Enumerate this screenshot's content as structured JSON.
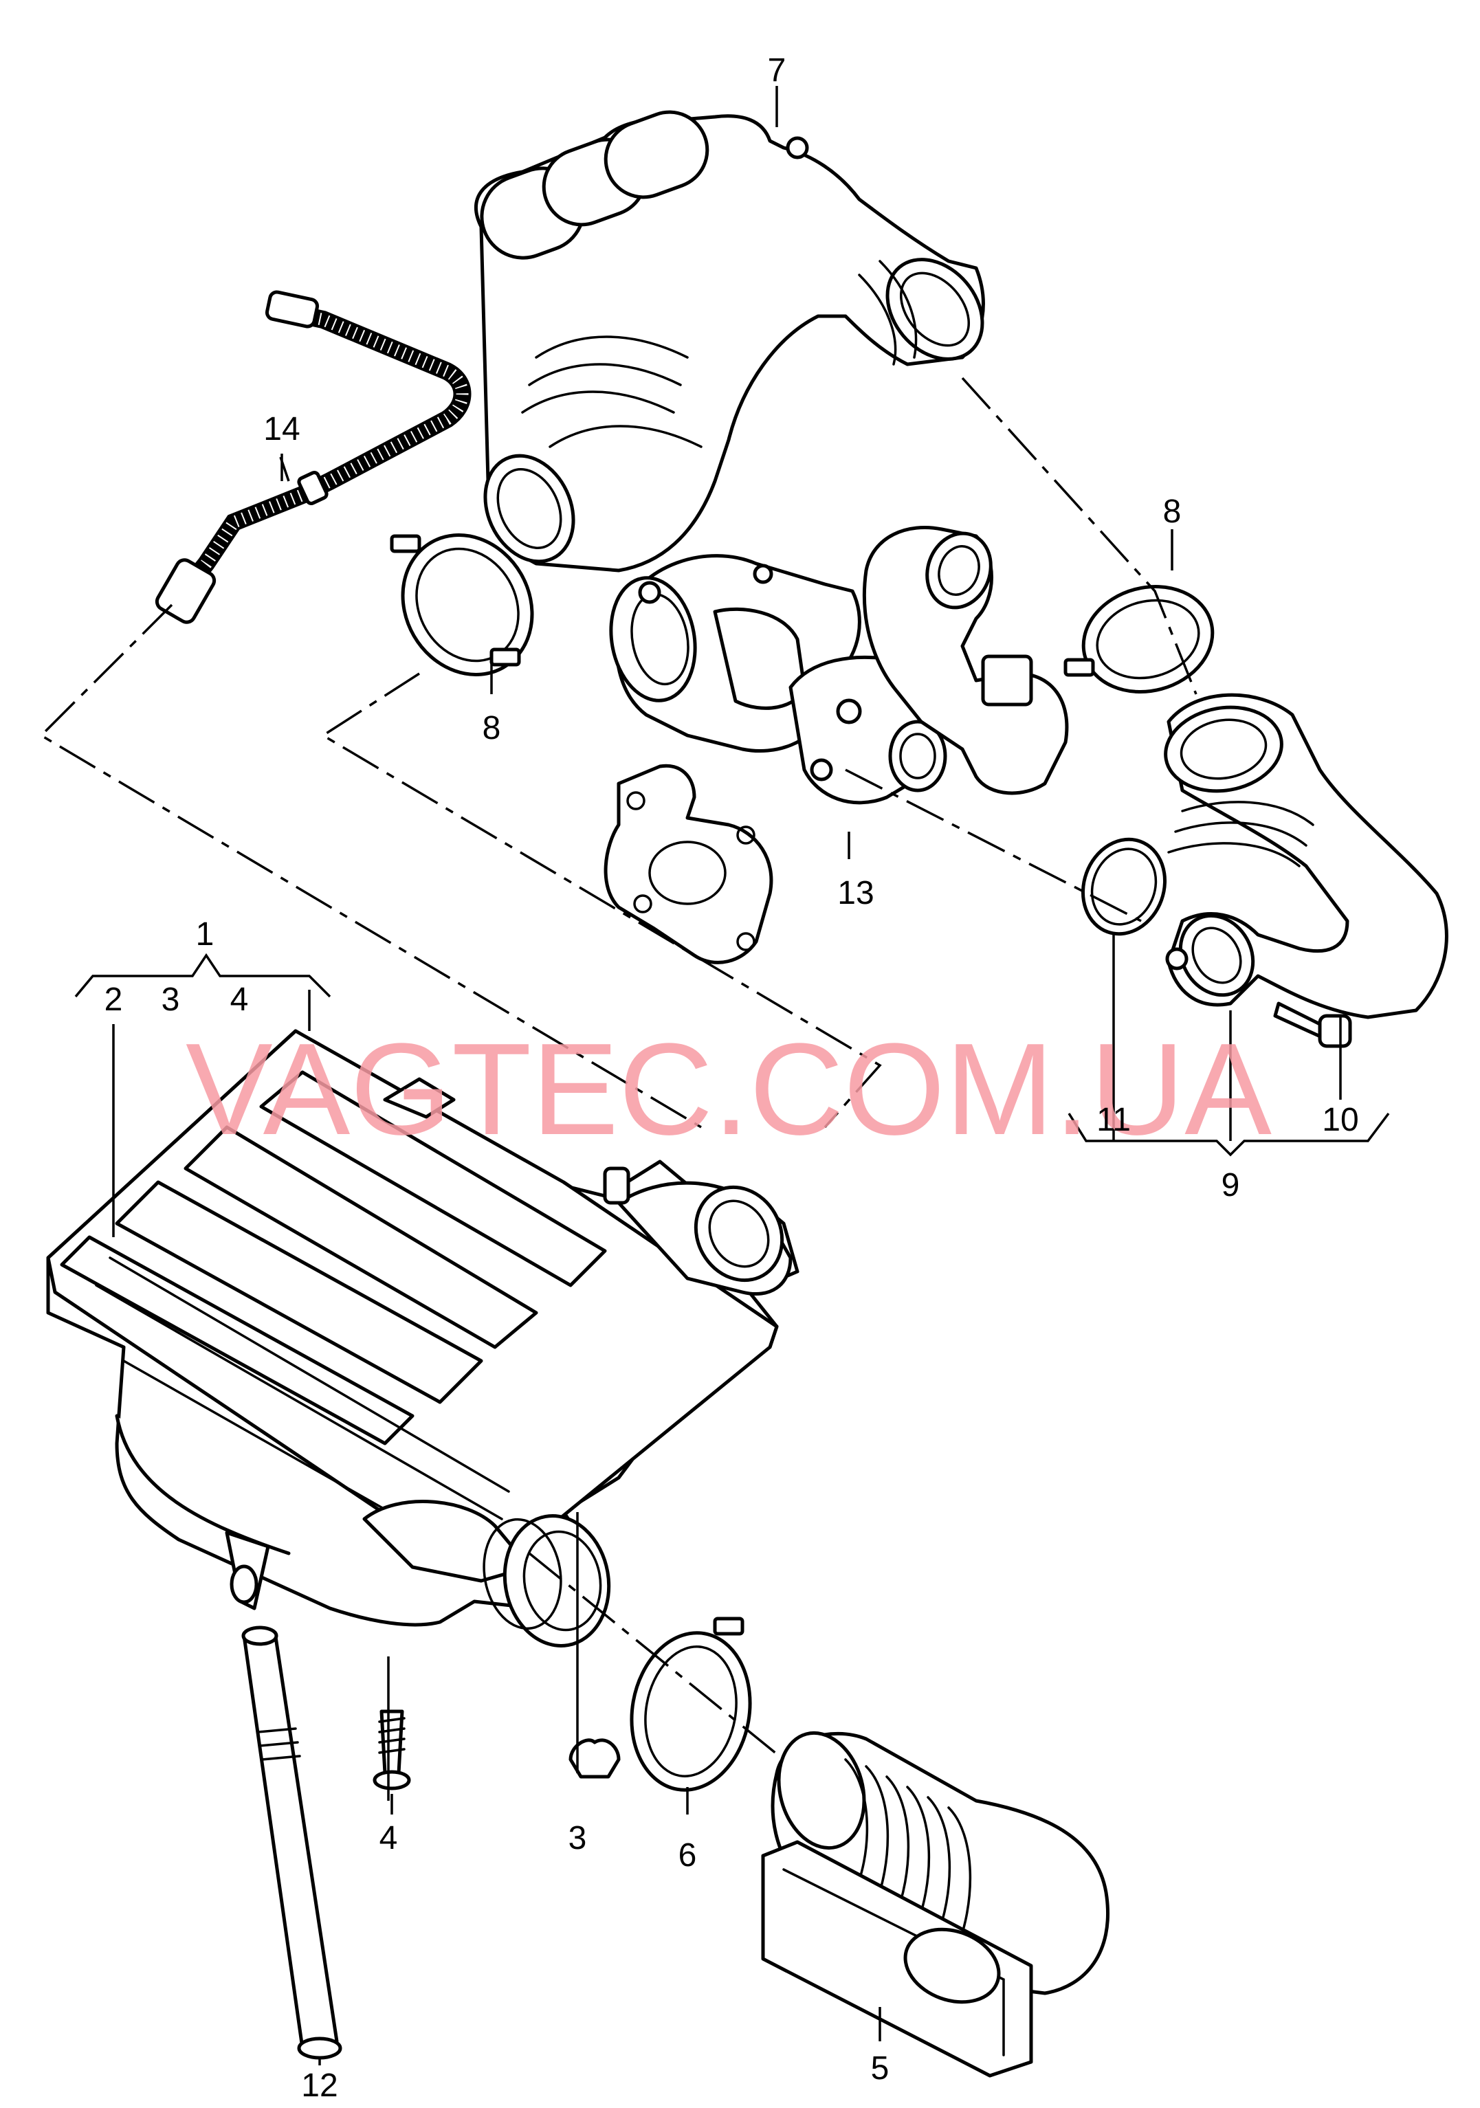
{
  "watermark": "VAGTEC.COM.UA",
  "callouts": {
    "c1": "1",
    "c2": "2",
    "c3a": "3",
    "c4a": "4",
    "c3": "3",
    "c4": "4",
    "c5": "5",
    "c6": "6",
    "c7": "7",
    "c8a": "8",
    "c8b": "8",
    "c9": "9",
    "c10": "10",
    "c11": "11",
    "c12": "12",
    "c13": "13",
    "c14": "14"
  }
}
